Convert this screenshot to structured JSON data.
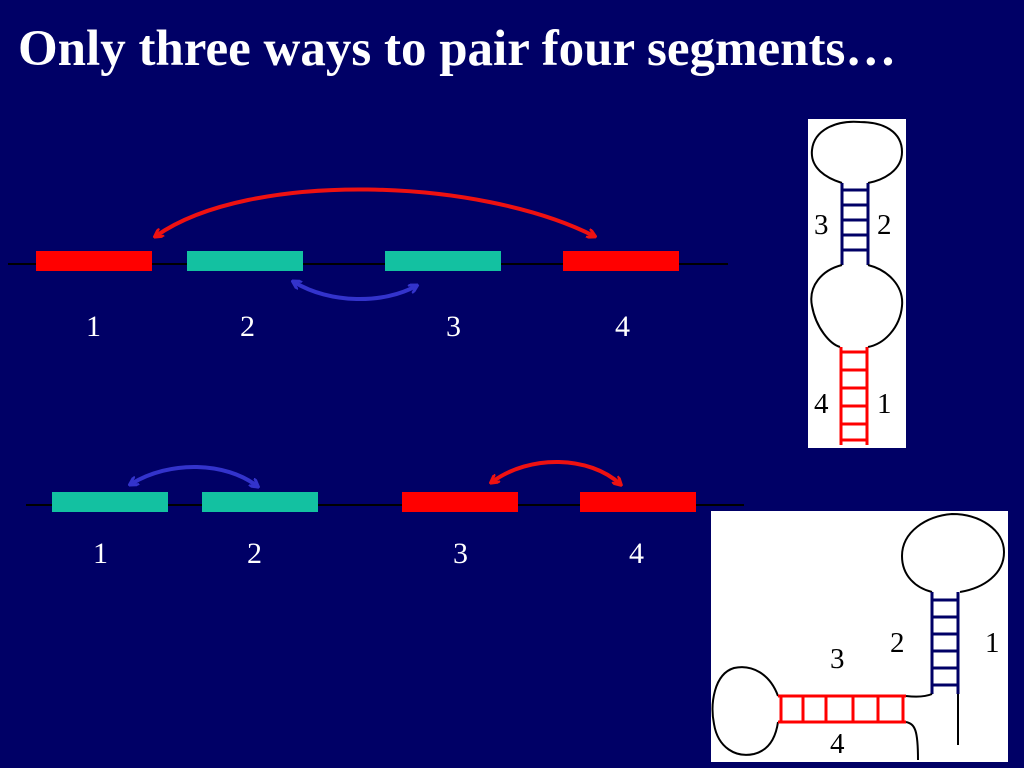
{
  "slide": {
    "title": "Only three ways to pair four segments…"
  },
  "colors": {
    "background": "#000066",
    "red_segment": "#ff0000",
    "green_segment": "#13c1a1",
    "red_arrow": "#ee1111",
    "blue_arrow": "#3333cc",
    "navy_stem": "#000066"
  },
  "row1": {
    "labels": [
      "1",
      "2",
      "3",
      "4"
    ]
  },
  "row2": {
    "labels": [
      "1",
      "2",
      "3",
      "4"
    ]
  },
  "diagram_stacked": {
    "upper_stem_labels": [
      "3",
      "2"
    ],
    "lower_stem_labels": [
      "4",
      "1"
    ]
  },
  "diagram_branched": {
    "labels": [
      "2",
      "1",
      "3",
      "4"
    ]
  }
}
